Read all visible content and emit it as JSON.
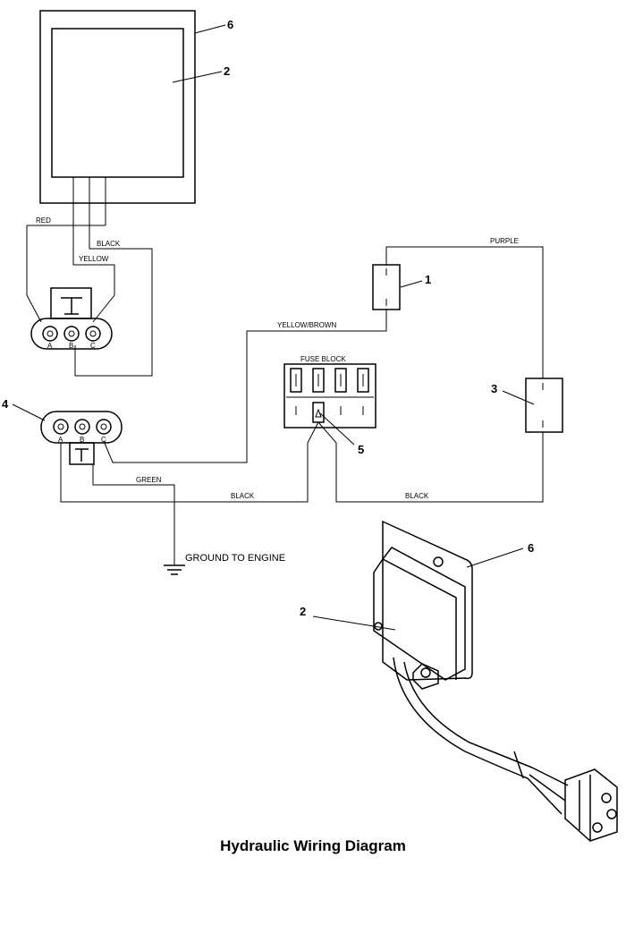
{
  "title": "Hydraulic Wiring Diagram",
  "wire_labels": {
    "red": "RED",
    "black_top": "BLACK",
    "yellow": "YELLOW",
    "purple": "PURPLE",
    "yellow_brown": "YELLOW/BROWN",
    "green": "GREEN",
    "black_bottom_left": "BLACK",
    "black_bottom_right": "BLACK"
  },
  "fuse_block_label": "FUSE BLOCK",
  "ground_label": "GROUND TO ENGINE",
  "pins": {
    "a": "A",
    "b": "B",
    "c": "C"
  },
  "callouts": {
    "controller_plate": "6",
    "controller": "2",
    "switch_1": "1",
    "switch_3": "3",
    "connector_4": "4",
    "fuse_5": "5",
    "plate_6_photo": "6",
    "controller_2_photo": "2"
  }
}
